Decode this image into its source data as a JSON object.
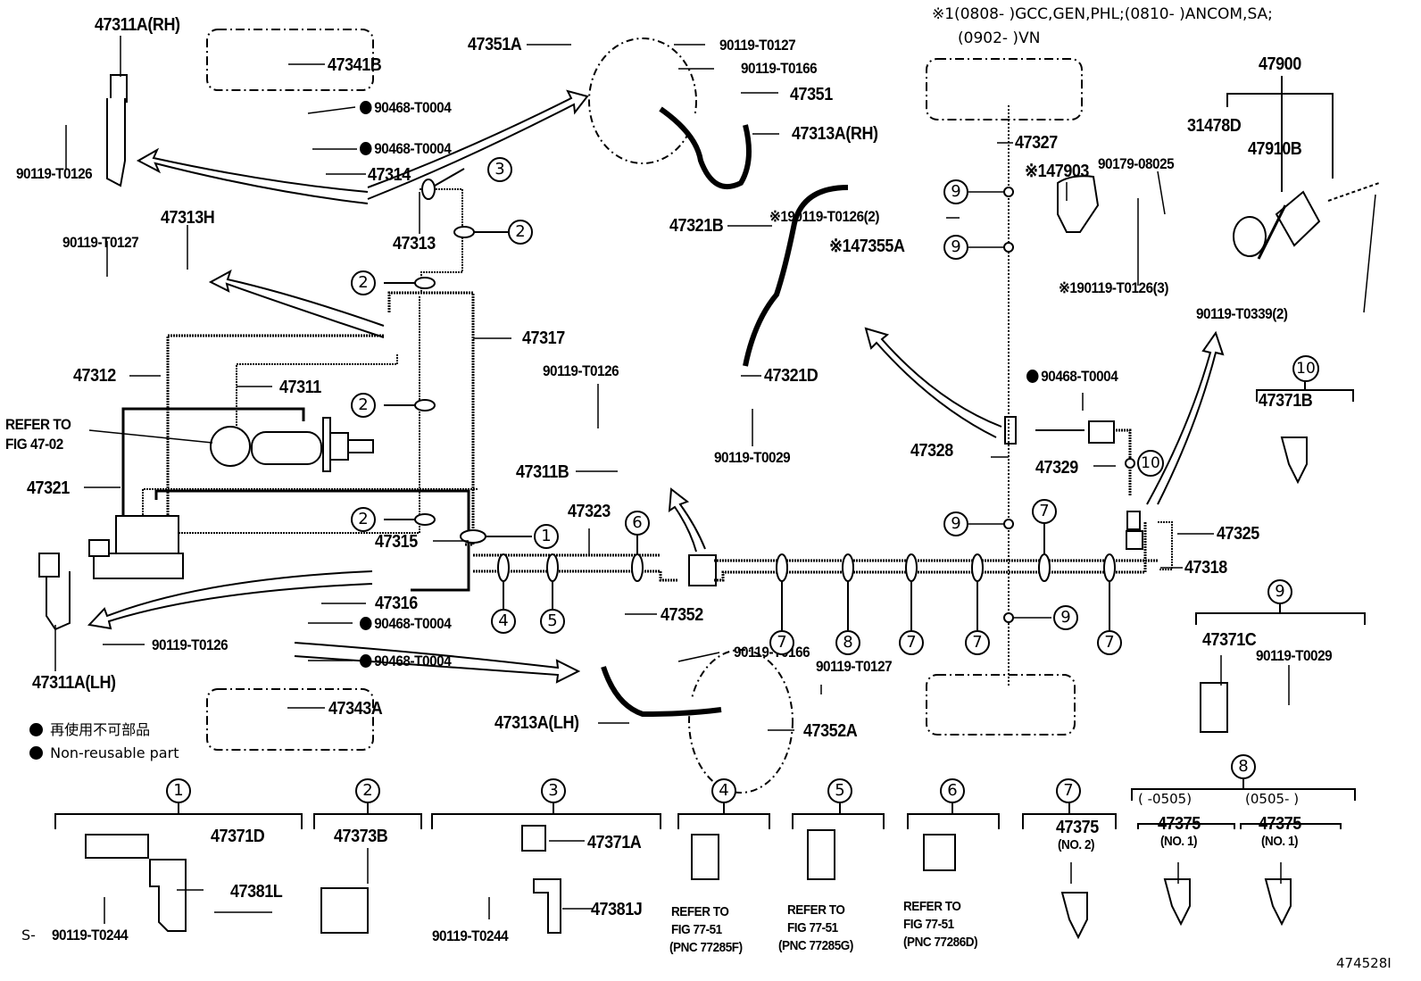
{
  "diagram": {
    "note_line1": "※1(0808-      )GCC,GEN,PHL;(0810-       )ANCOM,SA;",
    "note_line2": "(0902-      )VN",
    "figure_code": "474528I",
    "prefix_mark": "S-",
    "legend": {
      "jp": "再使用不可部品",
      "en": "Non-reusable part"
    },
    "labels": {
      "p47311A_RH": "47311A(RH)",
      "p90119_T0126_a": "90119-T0126",
      "p47341B": "47341B",
      "p90468_a": "90468-T0004",
      "p90468_b": "90468-T0004",
      "p47314": "47314",
      "p47313": "47313",
      "p47313H": "47313H",
      "p90119_T0127_a": "90119-T0127",
      "p47351A": "47351A",
      "p90119_T0127_b": "90119-T0127",
      "p90119_T0166_a": "90119-T0166",
      "p47351": "47351",
      "p47313A_RH": "47313A(RH)",
      "p47317": "47317",
      "p47312": "47312",
      "p47311": "47311",
      "refer_fig_47_02_l1": "REFER TO",
      "refer_fig_47_02_l2": "FIG 47-02",
      "p47321": "47321",
      "p47315": "47315",
      "p47316": "47316",
      "p90468_c": "90468-T0004",
      "p90468_d": "90468-T0004",
      "p90119_T0126_b": "90119-T0126",
      "p47311A_LH": "47311A(LH)",
      "p47343A": "47343A",
      "p90119_T0126_c": "90119-T0126",
      "p47311B": "47311B",
      "p47323": "47323",
      "p47352": "47352",
      "p90119_T0166_b": "90119-T0166",
      "p90119_T0127_c": "90119-T0127",
      "p47313A_LH": "47313A(LH)",
      "p47352A": "47352A",
      "p47321B": "47321B",
      "p47321D": "47321D",
      "p90119_T0029_a": "90119-T0029",
      "p90119_T0126_2": "※190119-T0126(2)",
      "p47355A": "※147355A",
      "p47327": "47327",
      "p47903": "※147903",
      "p90179_08025": "90179-08025",
      "p31478D": "31478D",
      "p47900": "47900",
      "p47910B": "47910B",
      "p90119_T0126_3": "※190119-T0126(3)",
      "p90119_T0339": "90119-T0339(2)",
      "p90468_e": "90468-T0004",
      "p47328": "47328",
      "p47329": "47329",
      "p47325": "47325",
      "p47318": "47318",
      "p47371B": "47371B",
      "p47371C": "47371C",
      "p90119_T0029_b": "90119-T0029"
    },
    "callouts": {
      "c1": "1",
      "c2": "2",
      "c3": "3",
      "c4": "4",
      "c5": "5",
      "c6": "6",
      "c7": "7",
      "c8": "8",
      "c9": "9",
      "c10": "10"
    },
    "bottom_groups": [
      {
        "callout": "1",
        "parts": [
          "47371D",
          "47381L",
          "90119-T0244"
        ]
      },
      {
        "callout": "2",
        "parts": [
          "47373B"
        ]
      },
      {
        "callout": "3",
        "parts": [
          "47371A",
          "47381J",
          "90119-T0244"
        ]
      },
      {
        "callout": "4",
        "refer": [
          "REFER TO",
          "FIG 77-51",
          "(PNC 77285F)"
        ]
      },
      {
        "callout": "5",
        "refer": [
          "REFER TO",
          "FIG 77-51",
          "(PNC 77285G)"
        ]
      },
      {
        "callout": "6",
        "refer": [
          "REFER TO",
          "FIG 77-51",
          "(PNC 77286D)"
        ]
      },
      {
        "callout": "7",
        "parts": [
          "47375"
        ],
        "sub": "(NO. 2)"
      },
      {
        "callout": "8",
        "date_left": "(      -0505)",
        "date_right": "(0505-      )",
        "parts_left": [
          "47375"
        ],
        "sub_left": "(NO. 1)",
        "parts_right": [
          "47375"
        ],
        "sub_right": "(NO. 1)"
      }
    ]
  }
}
